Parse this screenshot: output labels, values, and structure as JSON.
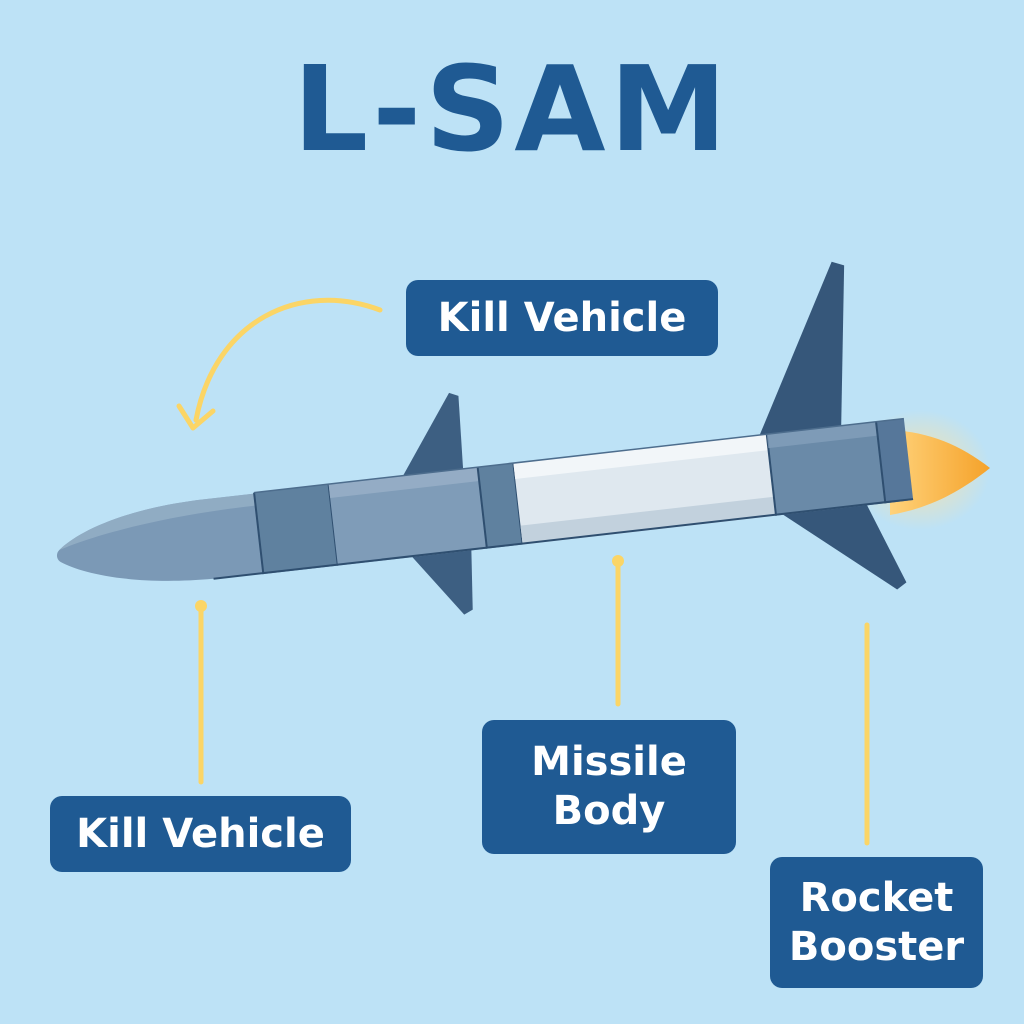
{
  "title": "L-SAM",
  "labels": {
    "kill_vehicle_top": "Kill Vehicle",
    "kill_vehicle_bottom": "Kill Vehicle",
    "missile_body": [
      "Missile",
      "Body"
    ],
    "rocket_booster": [
      "Rocket",
      "Booster"
    ]
  },
  "colors": {
    "background": "#bde2f6",
    "title": "#1f5a93",
    "label_bg": "#1f5a93",
    "label_text": "#ffffff",
    "leader_line": "#fbd566",
    "flame": "#f7b33e"
  },
  "icons": {
    "arrow": "curved-arrow-icon",
    "missile": "missile-illustration"
  }
}
